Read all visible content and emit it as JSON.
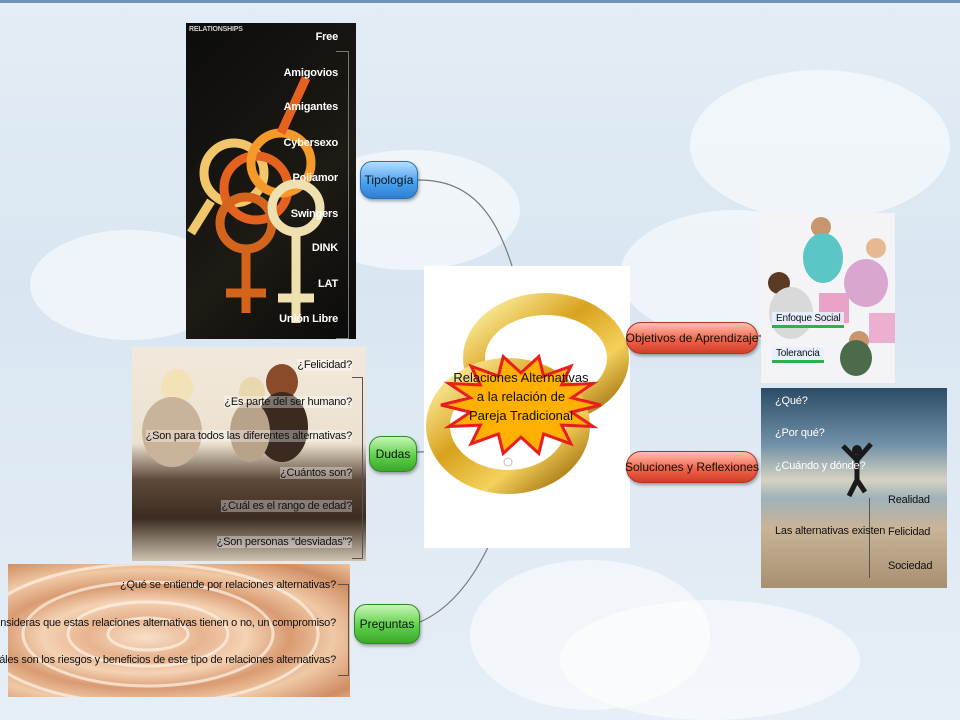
{
  "center": {
    "line1": "Relaciones Alternativas",
    "line2": "a la relación de",
    "line3": "Pareja Tradicional"
  },
  "nodes": {
    "tipologia": "Tipología",
    "dudas": "Dudas",
    "preguntas": "Preguntas",
    "objetivos": "Objetivos de Aprendizaje",
    "soluciones": "Soluciones y Reflexiones"
  },
  "tipologia_panel": {
    "header": "RELATIONSHIPS",
    "items": [
      "Free",
      "Amigovios",
      "Amigantes",
      "Cybersexo",
      "Poliamor",
      "Swingers",
      "DINK",
      "LAT",
      "Unión Libre"
    ]
  },
  "dudas_panel": {
    "items": [
      "¿Felicidad?",
      "¿Es parte del ser humano?",
      "¿Son para todos las diferentes alternativas?",
      "¿Cuántos son?",
      "¿Cuál es el rango de edad?",
      "¿Son personas “desviadas”?"
    ]
  },
  "preguntas_panel": {
    "items": [
      "¿Qué se entiende por relaciones alternativas?",
      "¿Consideras que estas relaciones alternativas tienen o no, un compromiso?",
      "¿Cuáles son los riesgos y beneficios de este tipo de relaciones alternativas?"
    ]
  },
  "objetivos_panel": {
    "items": [
      "Enfoque Social",
      "Tolerancia"
    ]
  },
  "soluciones_panel": {
    "questions": [
      "¿Qué?",
      "¿Por qué?",
      "¿Cuándo y dónde?"
    ],
    "main": "Las alternativas existen",
    "sub": [
      "Realidad",
      "Felicidad",
      "Sociedad"
    ]
  },
  "colors": {
    "blue": "#4aa3f0",
    "green": "#5fd04a",
    "red": "#f0644a",
    "star": "#ffb000",
    "star_edge": "#e81e1e"
  }
}
